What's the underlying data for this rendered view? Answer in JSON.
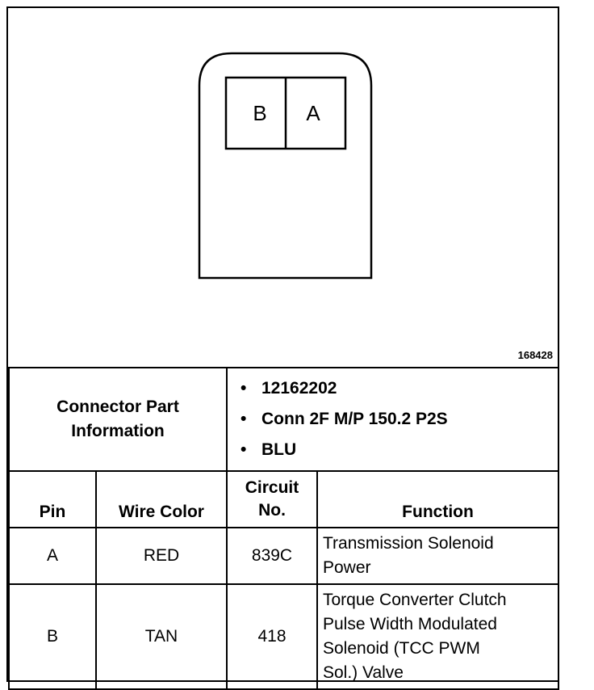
{
  "diagram": {
    "pins": [
      "B",
      "A"
    ],
    "figure_number": "168428"
  },
  "connector_info": {
    "label_line1": "Connector Part",
    "label_line2": "Information",
    "items": [
      "12162202",
      "Conn 2F M/P 150.2 P2S",
      "BLU"
    ]
  },
  "table": {
    "headers": {
      "pin": "Pin",
      "wire_color": "Wire Color",
      "circuit_line1": "Circuit",
      "circuit_line2": "No.",
      "function": "Function"
    },
    "rows": [
      {
        "pin": "A",
        "wire_color": "RED",
        "circuit": "839C",
        "function_lines": [
          "Transmission Solenoid",
          "Power"
        ]
      },
      {
        "pin": "B",
        "wire_color": "TAN",
        "circuit": "418",
        "function_lines": [
          "Torque Converter Clutch",
          "Pulse Width Modulated",
          "Solenoid (TCC PWM",
          "Sol.) Valve"
        ]
      }
    ]
  }
}
